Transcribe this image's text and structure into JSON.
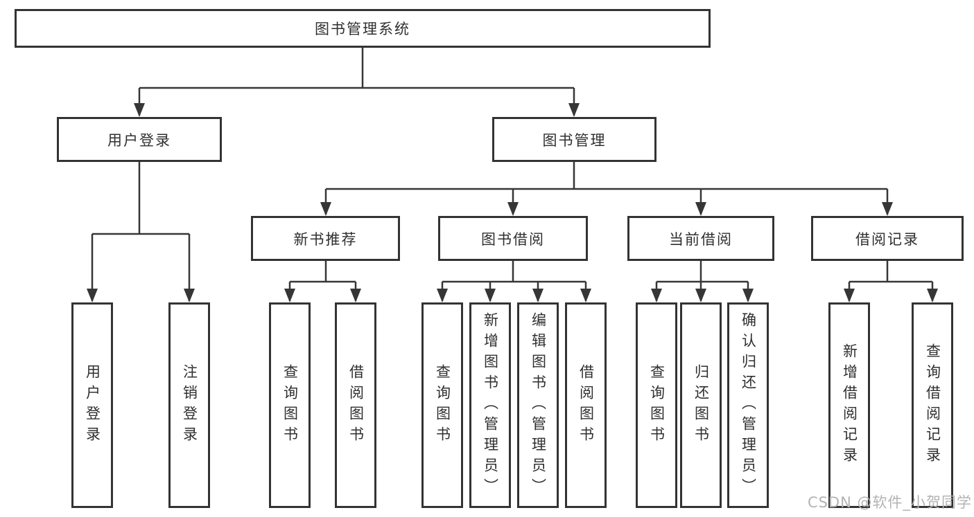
{
  "tree": {
    "label": "图书管理系统",
    "children": [
      {
        "label": "用户登录",
        "children": [
          {
            "label": "用户登录"
          },
          {
            "label": "注销登录"
          }
        ]
      },
      {
        "label": "图书管理",
        "children": [
          {
            "label": "新书推荐",
            "children": [
              {
                "label": "查询图书"
              },
              {
                "label": "借阅图书"
              }
            ]
          },
          {
            "label": "图书借阅",
            "children": [
              {
                "label": "查询图书"
              },
              {
                "label": "新增图书（管理员）"
              },
              {
                "label": "编辑图书（管理员）"
              },
              {
                "label": "借阅图书"
              }
            ]
          },
          {
            "label": "当前借阅",
            "children": [
              {
                "label": "查询图书"
              },
              {
                "label": "归还图书"
              },
              {
                "label": "确认归还（管理员）"
              }
            ]
          },
          {
            "label": "借阅记录",
            "children": [
              {
                "label": "新增借阅记录"
              },
              {
                "label": "查询借阅记录"
              }
            ]
          }
        ]
      }
    ]
  },
  "watermark": {
    "text": "CSDN @软件_小贺同学"
  },
  "colors": {
    "box_border": "#333333",
    "connector_line": "#363636",
    "text": "#2f2f2f",
    "watermark": "#b3b3b3",
    "background": "#ffffff"
  }
}
